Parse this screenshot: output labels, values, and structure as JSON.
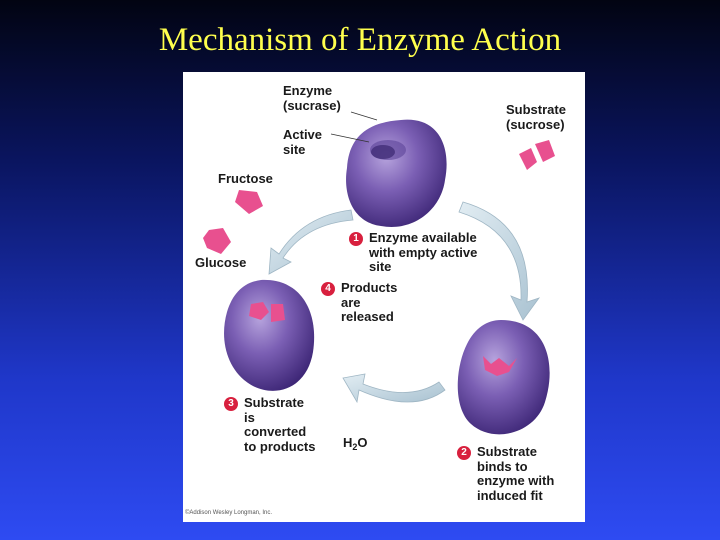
{
  "title": "Mechanism of Enzyme Action",
  "labels": {
    "enzyme": "Enzyme\n(sucrase)",
    "active_site": "Active\nsite",
    "substrate": "Substrate\n(sucrose)",
    "fructose": "Fructose",
    "glucose": "Glucose",
    "water_main": "H",
    "water_sub": "2",
    "water_end": "O"
  },
  "steps": [
    {
      "number": "1",
      "text": "Enzyme available\nwith empty active\nsite"
    },
    {
      "number": "2",
      "text": "Substrate\nbinds to\nenzyme with\ninduced fit"
    },
    {
      "number": "3",
      "text": "Substrate\nis\nconverted\nto products"
    },
    {
      "number": "4",
      "text": "Products\nare\nreleased"
    }
  ],
  "credit": "©Addison Wesley Longman, Inc.",
  "colors": {
    "enzyme": "#6a4fa3",
    "substrate": "#e8508f",
    "arrow": "#c5d8e3",
    "title": "#ffff4d",
    "step_badge": "#d8203e"
  }
}
